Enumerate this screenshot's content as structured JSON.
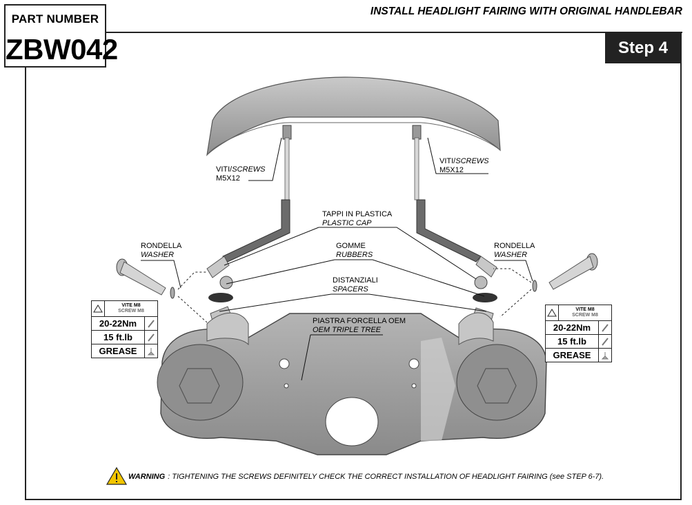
{
  "header": {
    "part_label": "PART NUMBER",
    "part_number": "ZBW042",
    "title": "INSTALL HEADLIGHT FAIRING WITH ORIGINAL HANDLEBAR",
    "step": "Step 4"
  },
  "labels": {
    "screws_left": {
      "it": "VITI/",
      "en": "SCREWS",
      "size": "M5X12"
    },
    "screws_right": {
      "it": "VITI/",
      "en": "SCREWS",
      "size": "M5X12"
    },
    "plastic_cap": {
      "it": "TAPPI IN PLASTICA",
      "en": "PLASTIC CAP"
    },
    "rubbers": {
      "it": "GOMME",
      "en": "RUBBERS"
    },
    "spacers": {
      "it": "DISTANZIALI",
      "en": "SPACERS"
    },
    "triple_tree": {
      "it": "PIASTRA FORCELLA OEM",
      "en": "OEM TRIPLE TREE"
    },
    "washer_left": {
      "it": "RONDELLA",
      "en": "WASHER"
    },
    "washer_right": {
      "it": "RONDELLA",
      "en": "WASHER"
    }
  },
  "torque_left": {
    "screw_it": "VITE M8",
    "screw_en": "SCREW M8",
    "nm": "20-22Nm",
    "ftlb": "15 ft.lb",
    "grease": "GREASE"
  },
  "torque_right": {
    "screw_it": "VITE M8",
    "screw_en": "SCREW M8",
    "nm": "20-22Nm",
    "ftlb": "15 ft.lb",
    "grease": "GREASE"
  },
  "warning": {
    "prefix": "WARNING",
    "text": ": TIGHTENING THE SCREWS DEFINITELY CHECK THE CORRECT INSTALLATION OF HEADLIGHT FAIRING (see STEP 6-7)."
  },
  "icons": [
    "warning-triangle-icon",
    "torque-wrench-icon",
    "grease-icon"
  ],
  "colors": {
    "part_dark": "#7d7d7d",
    "part_mid": "#a3a3a3",
    "part_light": "#cfcfcf",
    "badge_bg": "#222222"
  }
}
